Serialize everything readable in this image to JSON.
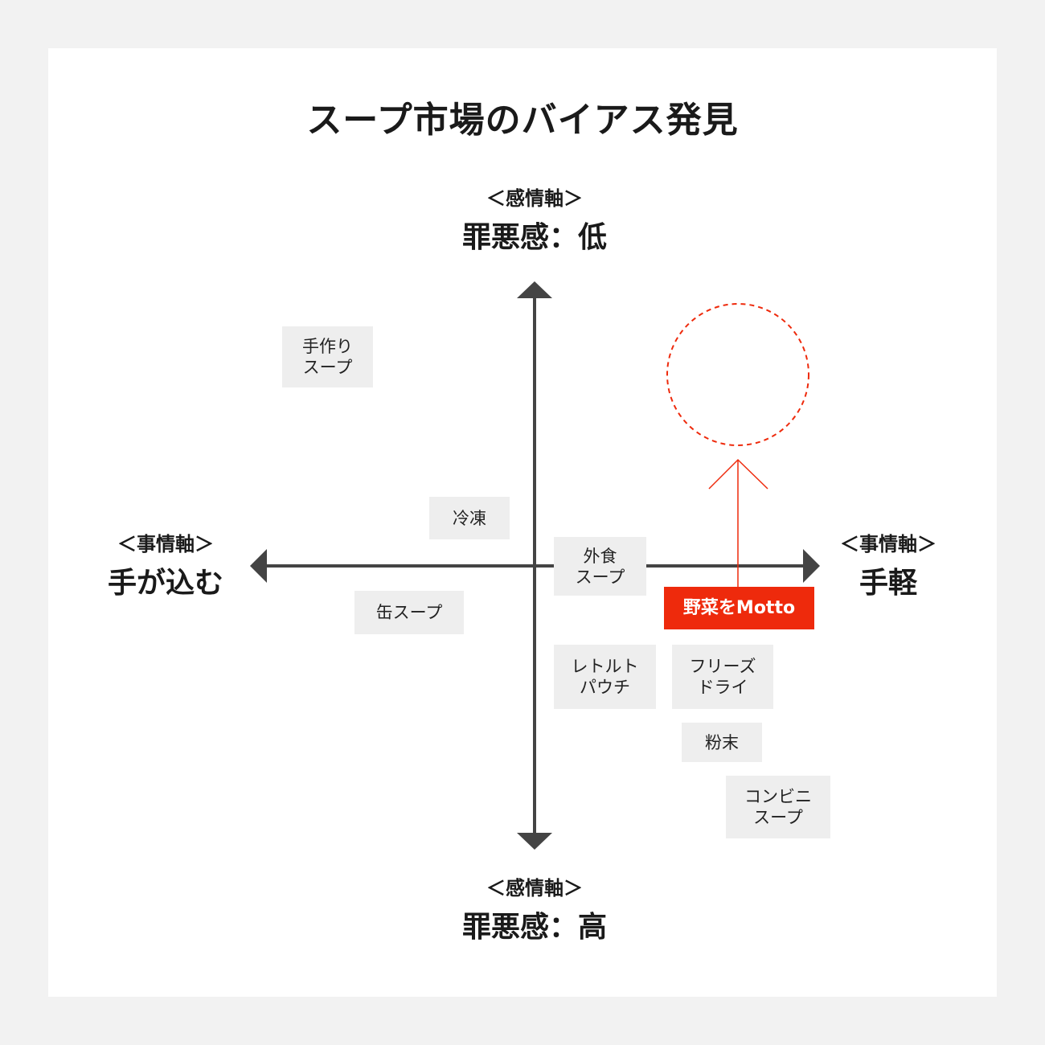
{
  "title": "スープ市場のバイアス発見",
  "axes": {
    "top": {
      "sub": "＜感情軸＞",
      "main": "罪悪感：低"
    },
    "bottom": {
      "sub": "＜感情軸＞",
      "main": "罪悪感：高"
    },
    "left": {
      "sub": "＜事情軸＞",
      "main": "手が込む"
    },
    "right": {
      "sub": "＜事情軸＞",
      "main": "手軽"
    }
  },
  "items": {
    "handmade": {
      "line1": "手作り",
      "line2": "スープ"
    },
    "frozen": {
      "line1": "冷凍"
    },
    "eatout": {
      "line1": "外食",
      "line2": "スープ"
    },
    "canned": {
      "line1": "缶スープ"
    },
    "retort": {
      "line1": "レトルト",
      "line2": "パウチ"
    },
    "freezedry": {
      "line1": "フリーズ",
      "line2": "ドライ"
    },
    "powder": {
      "line1": "粉末"
    },
    "convenience": {
      "line1": "コンビニ",
      "line2": "スープ"
    },
    "product": {
      "line1": "野菜をMotto"
    }
  },
  "colors": {
    "axis": "#444444",
    "accent": "#ee2a0c",
    "box": "#eeeeee"
  }
}
